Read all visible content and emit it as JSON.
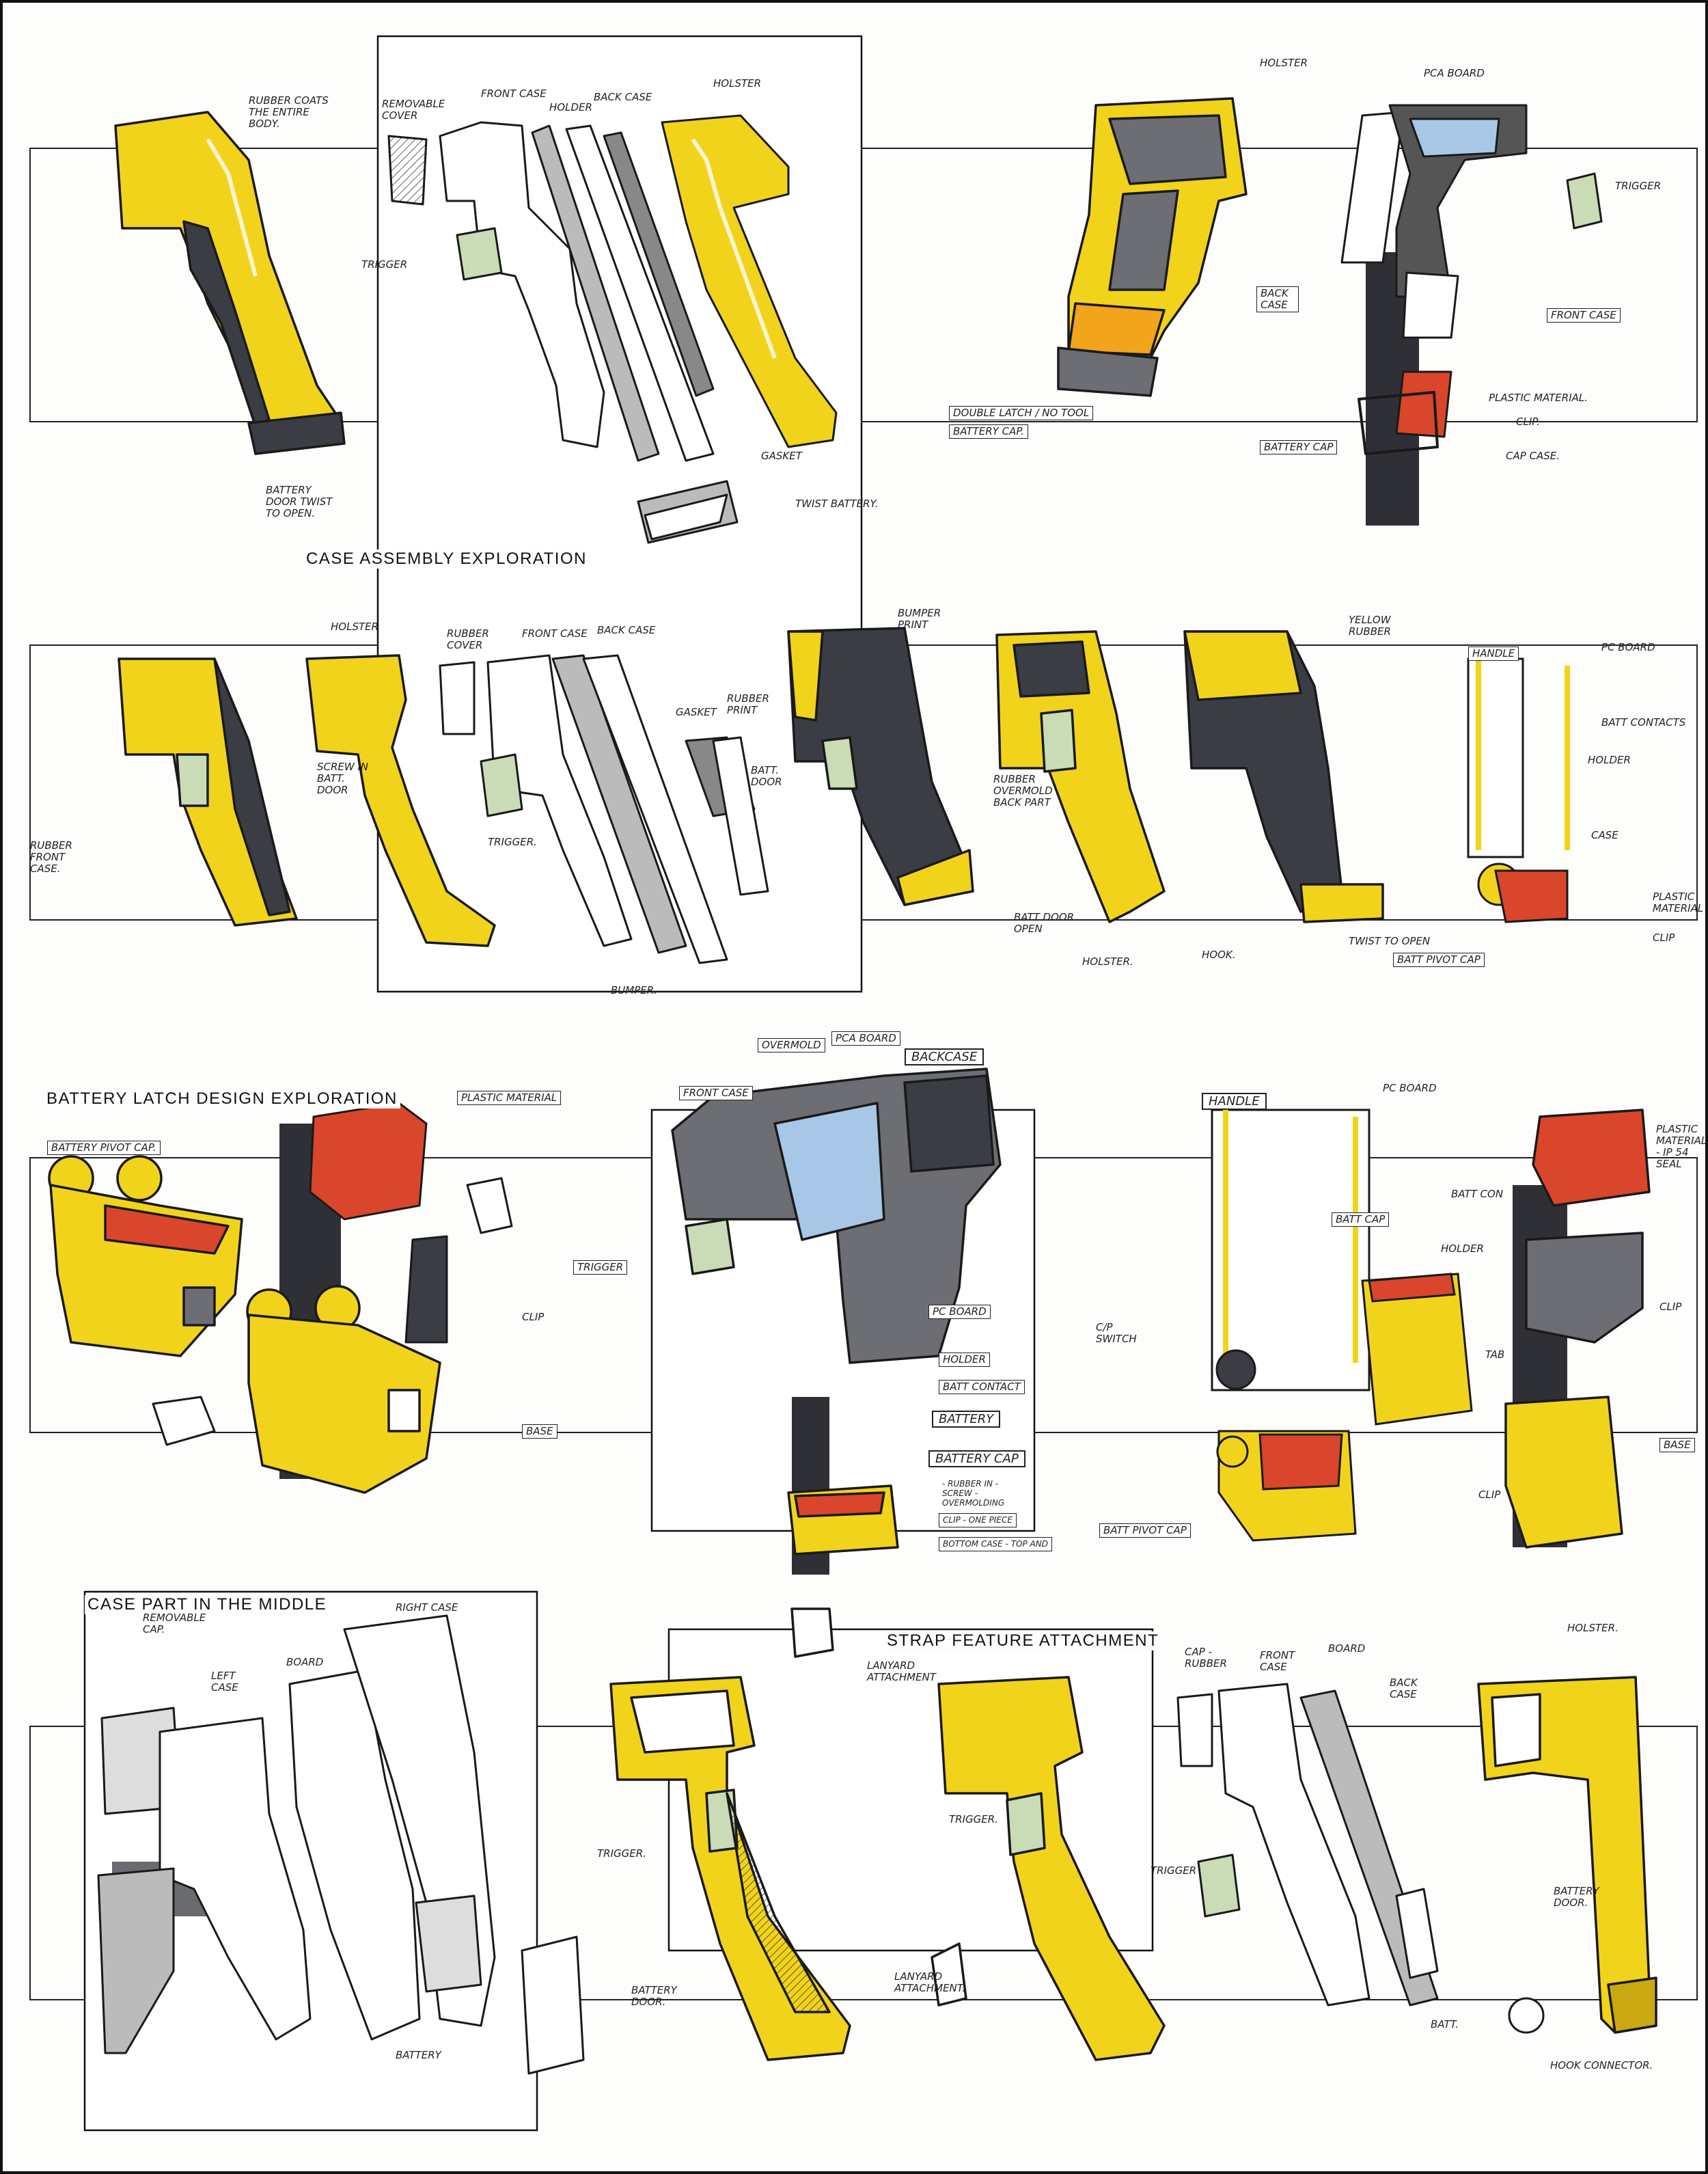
{
  "sections": {
    "case_assembly": "CASE ASSEMBLY EXPLORATION",
    "battery_latch": "BATTERY LATCH DESIGN EXPLORATION",
    "case_part_middle": "CASE PART IN THE MIDDLE",
    "strap_feature": "STRAP FEATURE ATTACHMENT"
  },
  "notes": {
    "rubber_coats": "RUBBER COATS THE ENTIRE BODY.",
    "battery_door_twist": "BATTERY DOOR TWIST TO OPEN.",
    "removable_cover": "REMOVABLE COVER",
    "front_case_1": "FRONT CASE",
    "holder_1": "HOLDER",
    "back_case_1": "BACK CASE",
    "holster_1": "HOLSTER",
    "trigger_1": "TRIGGER",
    "gasket_1": "GASKET",
    "twist_battery": "TWIST BATTERY.",
    "holster_2": "HOLSTER",
    "pca_board_1": "PCA BOARD",
    "trigger_2": "TRIGGER",
    "back_case_2": "BACK CASE",
    "front_case_2": "FRONT CASE",
    "double_latch": "DOUBLE LATCH / NO TOOL",
    "battery_cap_1": "BATTERY CAP.",
    "plastic_material_1": "PLASTIC MATERIAL.",
    "clip_1": "CLIP.",
    "battery_cap_2": "BATTERY CAP",
    "cap_case": "CAP CASE.",
    "holster_3": "HOLSTER",
    "rubber_cover": "RUBBER COVER",
    "front_case_3": "FRONT CASE",
    "back_case_3": "BACK CASE",
    "screw_batt_door": "SCREW IN BATT. DOOR",
    "rubber_front_case": "RUBBER FRONT CASE.",
    "trigger_3": "TRIGGER.",
    "gasket_2": "GASKET",
    "batt_door": "BATT. DOOR",
    "bumper": "BUMPER.",
    "bumper_print": "BUMPER PRINT",
    "rubber_print": "RUBBER PRINT",
    "rubber_overmold": "RUBBER OVERMOLD BACK PART",
    "batt_door_open": "BATT DOOR OPEN",
    "holster_4": "HOLSTER.",
    "hook": "HOOK.",
    "yellow_rubber": "YELLOW RUBBER",
    "handle_1": "HANDLE",
    "pc_board_1": "PC BOARD",
    "batt_contacts": "BATT CONTACTS",
    "holder_2": "HOLDER",
    "case_1": "CASE",
    "plastic_material_2": "PLASTIC MATERIAL",
    "clip_2": "CLIP",
    "twist_to_open": "TWIST TO OPEN",
    "batt_pivot_cap_1": "BATT PIVOT CAP",
    "battery_pivot_cap": "BATTERY PIVOT CAP.",
    "plastic_material_3": "PLASTIC MATERIAL",
    "clip_3": "CLIP",
    "base_1": "BASE",
    "overmold": "OVERMOLD",
    "pca_board_2": "PCA BOARD",
    "backcase": "BACKCASE",
    "front_case_4": "FRONT CASE",
    "trigger_4": "TRIGGER",
    "pc_board_2": "PC BOARD",
    "holder_3": "HOLDER",
    "batt_contact": "BATT CONTACT",
    "battery_1": "BATTERY",
    "battery_cap_3": "BATTERY CAP",
    "rubber_in_screw": "- RUBBER IN - SCREW - OVERMOLDING",
    "clip_one_piece": "CLIP - ONE PIECE",
    "bottom_case": "BOTTOM CASE - TOP AND",
    "handle_2": "HANDLE",
    "pc_board_3": "PC BOARD",
    "batt_con": "BATT CON",
    "batt_cap": "BATT CAP",
    "holder_4": "HOLDER",
    "cp_switch": "C/P SWITCH",
    "tab": "TAB",
    "plastic_material_4": "PLASTIC MATERIAL - IP 54 SEAL",
    "clip_4": "CLIP",
    "base_2": "BASE",
    "clip_5": "CLIP",
    "batt_pivot_cap_2": "BATT PIVOT CAP",
    "removable_cap": "REMOVABLE CAP.",
    "left_case": "LEFT CASE",
    "board_1": "BOARD",
    "right_case": "RIGHT CASE",
    "battery_door_2": "BATTERY DOOR.",
    "battery_2": "BATTERY",
    "trigger_5": "TRIGGER.",
    "lanyard_attachment_1": "LANYARD ATTACHMENT",
    "trigger_6": "TRIGGER.",
    "lanyard_attachment_2": "LANYARD ATTACHMENT.",
    "cap_rubber": "CAP - RUBBER",
    "front_case_5": "FRONT CASE",
    "board_2": "BOARD",
    "back_case_4": "BACK CASE",
    "holster_5": "HOLSTER.",
    "trigger_7": "TRIGGER",
    "battery_door_3": "BATTERY DOOR.",
    "batt": "BATT.",
    "hook_connector": "HOOK CONNECTOR."
  },
  "colors": {
    "yellow": "#f2d31b",
    "yellow_light": "#f8e872",
    "dark_gray": "#3b3d44",
    "mid_gray": "#6c6e73",
    "light_gray": "#b9bbbf",
    "red": "#d9462b",
    "blue": "#a8c7e6",
    "green": "#c9dcb6",
    "orange": "#f2a41b",
    "ink": "#1a1a1a"
  }
}
